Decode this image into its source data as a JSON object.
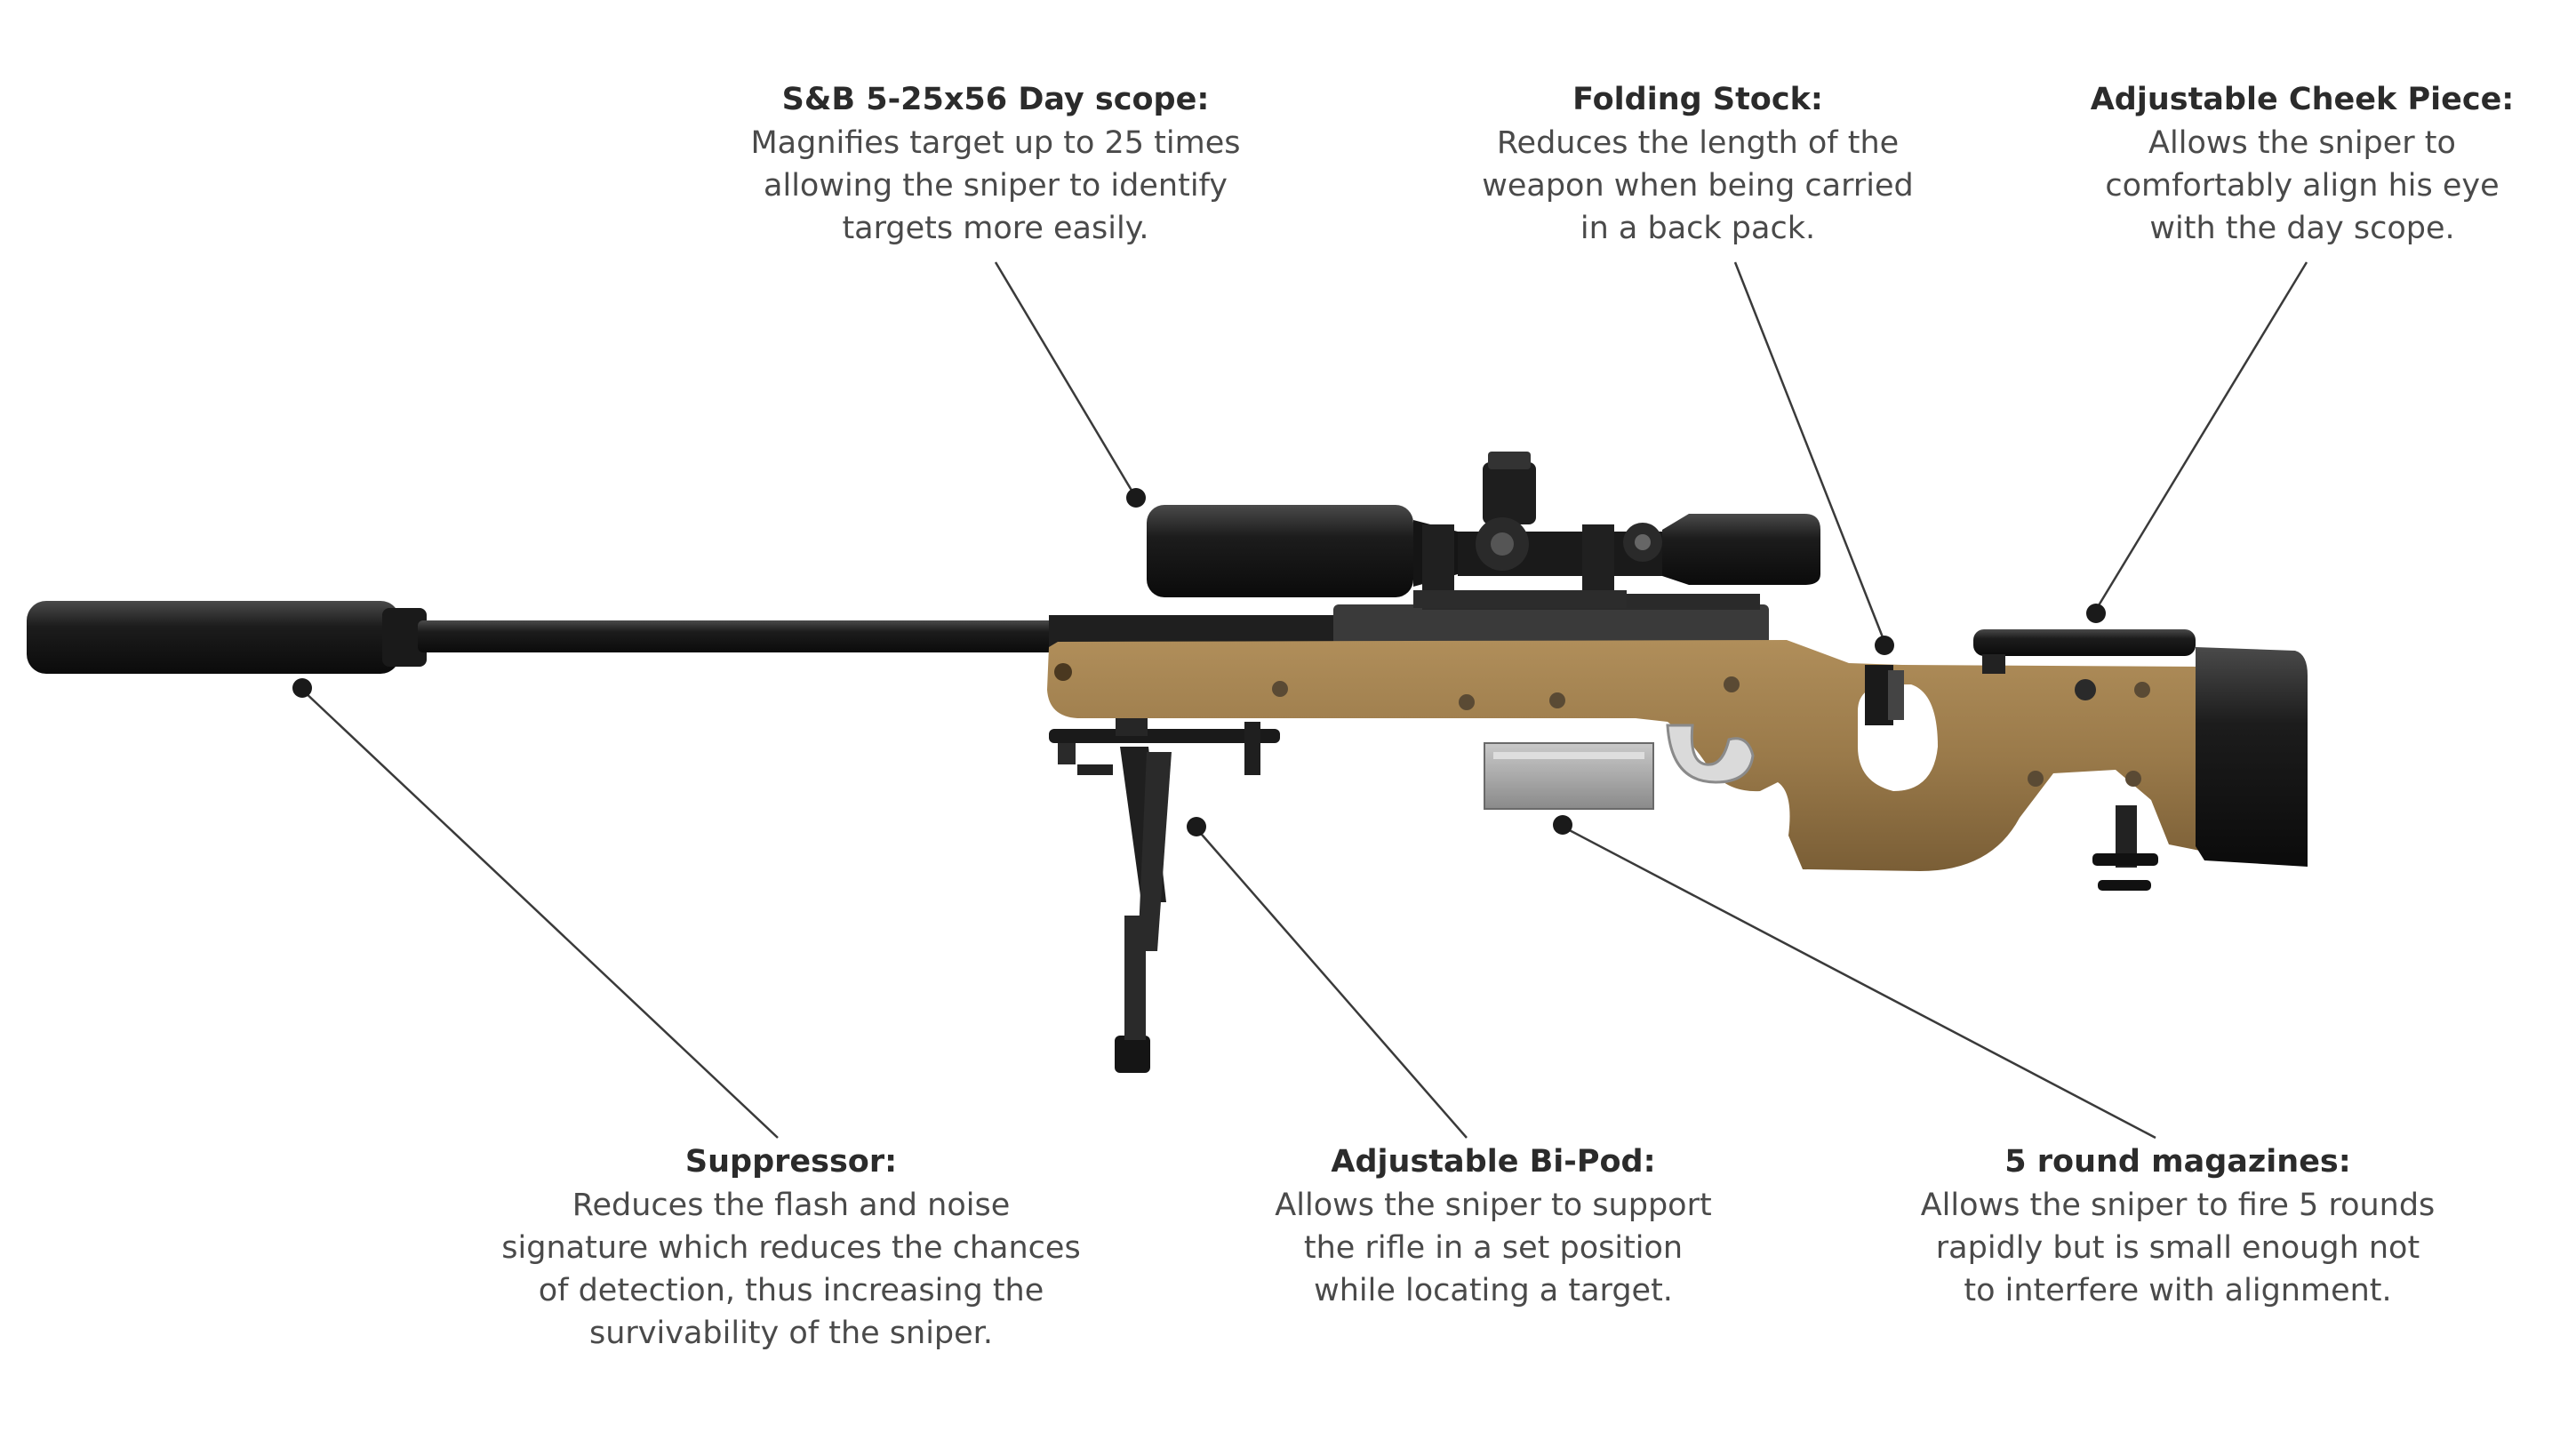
{
  "callouts": {
    "scope": {
      "title": "S&B 5-25x56 Day scope:",
      "description": "Magnifies target up to 25 times\nallowing the sniper to identify\ntargets more easily."
    },
    "stock": {
      "title": "Folding Stock:",
      "description": "Reduces the length of the\nweapon when being carried\nin a back pack."
    },
    "cheek": {
      "title": "Adjustable Cheek Piece:",
      "description": "Allows the sniper to\ncomfortably align his eye\nwith the day scope."
    },
    "suppressor": {
      "title": "Suppressor:",
      "description": "Reduces the flash and noise\nsignature which reduces the chances\nof detection, thus increasing the\nsurvivability of the sniper."
    },
    "bipod": {
      "title": "Adjustable Bi-Pod:",
      "description": "Allows the sniper to support\nthe rifle in a set position\nwhile locating a target."
    },
    "magazine": {
      "title": "5 round magazines:",
      "description": "Allows the sniper to fire 5 rounds\nrapidly but is small enough not\nto interfere with alignment."
    }
  },
  "colors": {
    "stock": "#9a7a4a",
    "metal": "#1e1e1e",
    "leader": "#3a3a3a"
  }
}
